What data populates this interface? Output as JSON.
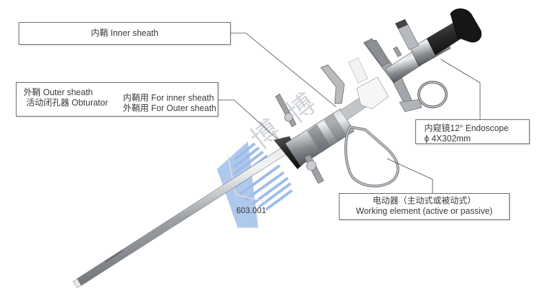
{
  "labels": {
    "inner_sheath": "内鞘 Inner sheath",
    "outer_sheath": {
      "line1": "外鞘 Outer sheath",
      "line2": "活动闭孔器 Obturator",
      "line3": "内鞘用 For inner sheath",
      "line4": "外鞘用 For Outer sheath"
    },
    "endoscope": {
      "line1": "内窥镜12°  Endoscope",
      "line2": "ϕ 4X302mm"
    },
    "working_element": {
      "line1": "电动器（主动式或被动式）",
      "line2": "Working element (active or passive)"
    }
  },
  "model_number": "603.001",
  "watermark": {
    "text": "博",
    "color": "#5b8fd6"
  },
  "colors": {
    "steel": "#a9acb0",
    "steel_dark": "#5d6166",
    "eyepiece": "#1b1b1b",
    "white_part": "#f4f4f4",
    "leader_line": "#444444",
    "watermark_blue": "#4f86d8"
  }
}
